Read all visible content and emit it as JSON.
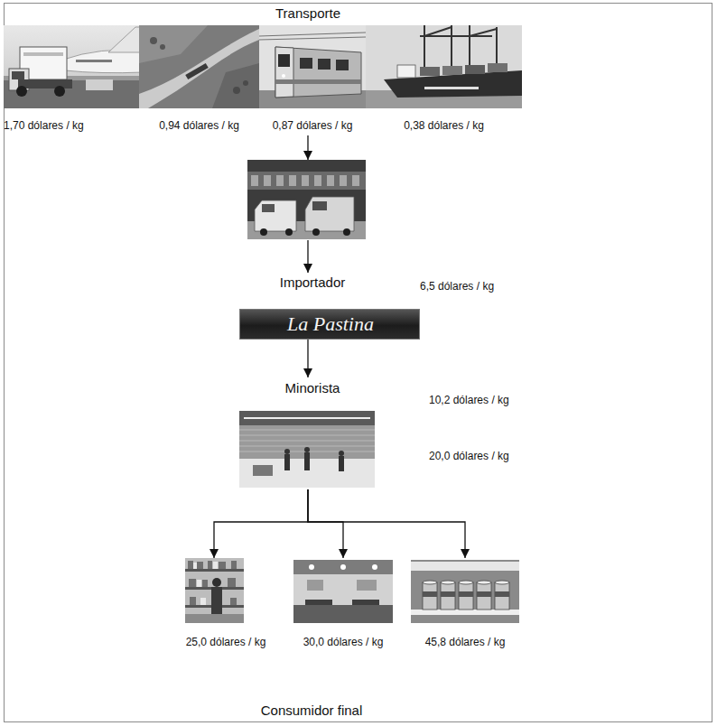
{
  "diagram": {
    "nodes": [
      {
        "text": [
          "Transporte"
        ]
      },
      {
        "text": [
          "1,70 dólares / kg"
        ],
        "in": 0
      },
      {
        "text": [
          "0,94 dólares / kg"
        ],
        "in": 0
      },
      {
        "text": [
          "0,87 dólares / kg"
        ],
        "in": 0
      },
      {
        "text": [
          "0,38 dólares / kg"
        ],
        "in": 0
      },
      {
        "text": [
          "Importador",
          "6,5 dólares / kg"
        ]
      },
      {
        "text": [
          "La Pastina"
        ]
      },
      {
        "text": [
          "Minorista",
          "10,2 dólares / kg",
          "20,0 dólares / kg"
        ]
      },
      {
        "text": [
          "Consumidor final"
        ]
      },
      {
        "text": [
          "25,0 dólares / kg"
        ],
        "in": 8
      },
      {
        "text": [
          "30,0 dólares / kg"
        ],
        "in": 8
      },
      {
        "text": [
          "45,8 dólares / kg"
        ],
        "in": 8
      }
    ],
    "edges": [
      {
        "from": 0,
        "to": 5,
        "arrow": "to"
      },
      {
        "from": 6,
        "to": 7,
        "arrow": "to"
      },
      {
        "from": 7,
        "to": 9,
        "arrow": "to"
      },
      {
        "from": 7,
        "to": 10,
        "arrow": "to"
      },
      {
        "from": 7,
        "to": 11,
        "arrow": "to"
      }
    ]
  }
}
